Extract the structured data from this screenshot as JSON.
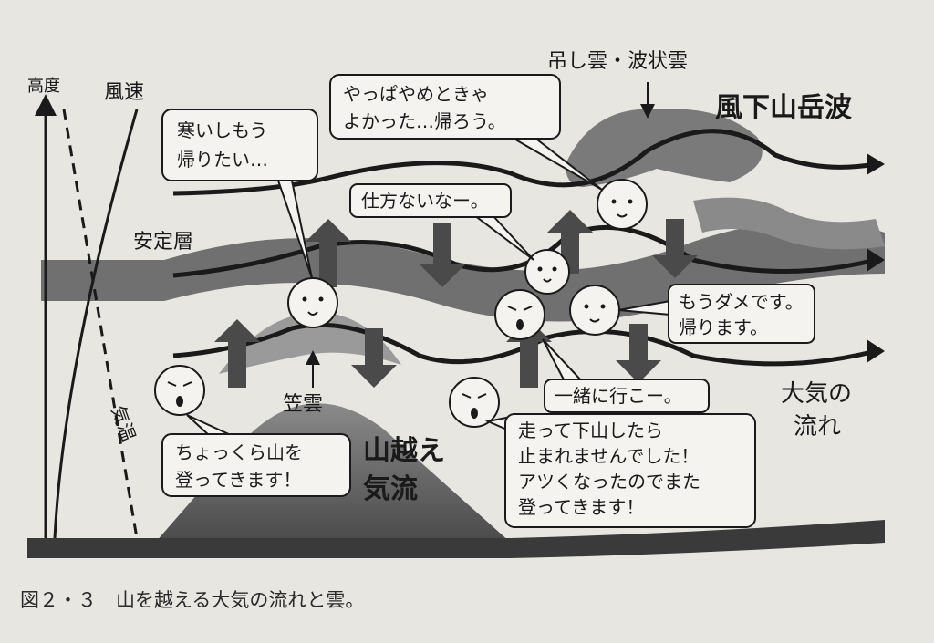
{
  "axis": {
    "altitude": "高度",
    "wind_speed": "風速",
    "temperature": "気温"
  },
  "labels": {
    "suspended_cloud": "吊し雲・波状雲",
    "lee_wave": "風下山岳波",
    "stable_layer": "安定層",
    "cap_cloud": "笠雲",
    "mountain_airflow_line1": "山越え",
    "mountain_airflow_line2": "気流",
    "air_flow_line1": "大気の",
    "air_flow_line2": "流れ"
  },
  "bubbles": {
    "cold": [
      "寒いしもう",
      "帰りたい…"
    ],
    "regret": [
      "やっぱやめときゃ",
      "よかった…帰ろう。"
    ],
    "no_choice": [
      "仕方ないなー。"
    ],
    "give_up": [
      "もうダメです。",
      "帰ります。"
    ],
    "together": [
      "一緒に行こー。"
    ],
    "quick_climb": [
      "ちょっくら山を",
      "登ってきます！"
    ],
    "ran_down": [
      "走って下山したら",
      "止まれませんでした！",
      "アツくなったのでまた",
      "登ってきます！"
    ]
  },
  "caption": "図２・３　山を越える大気の流れと雲。",
  "colors": {
    "paper": "#e8e6e1",
    "ground": "#3a3a3a",
    "band": "#707070",
    "cloud": "#8a8a8a",
    "mountain": "#6a6a6a"
  }
}
